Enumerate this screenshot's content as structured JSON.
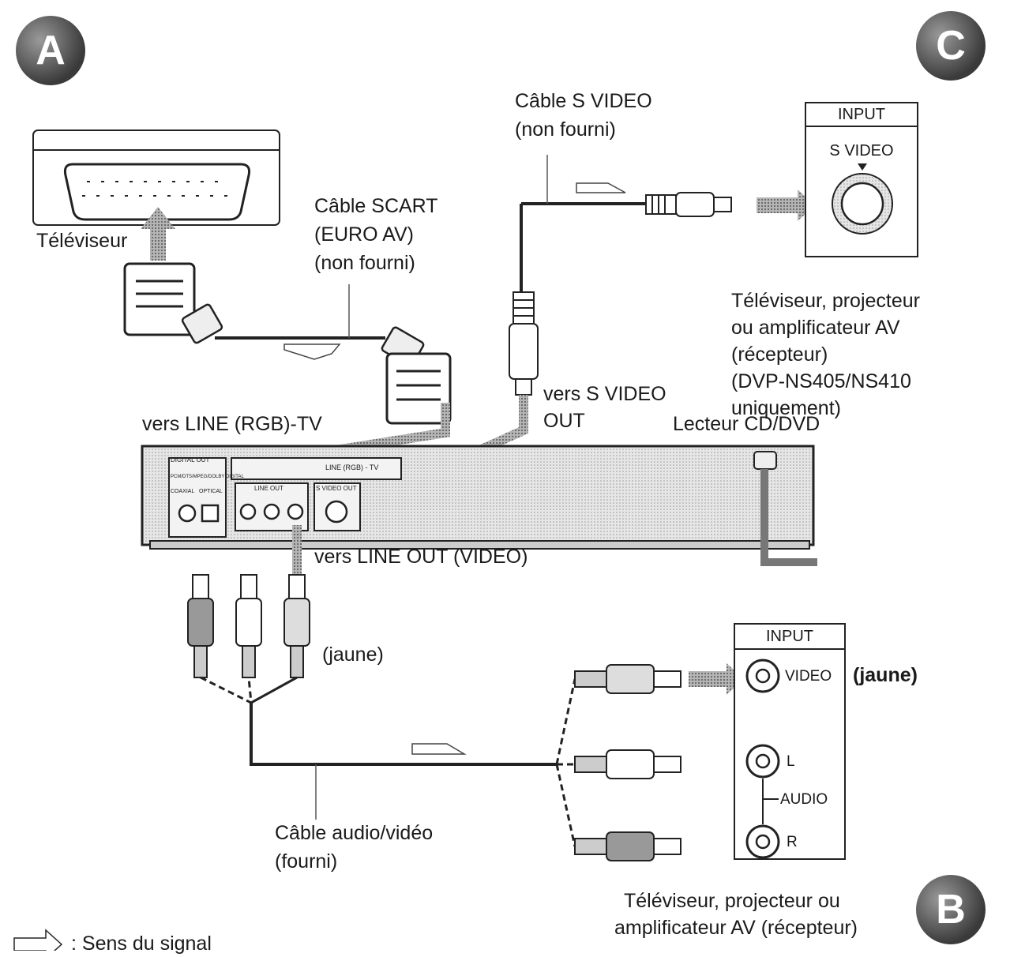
{
  "badges": {
    "a": "A",
    "b": "B",
    "c": "C"
  },
  "labels": {
    "tv_top": "Téléviseur",
    "scart_cable": [
      "Câble SCART",
      "(EURO AV)",
      "(non fourni)"
    ],
    "svideo_cable": [
      "Câble S VIDEO",
      "(non fourni)"
    ],
    "to_line_rgb": "vers LINE (RGB)-TV",
    "to_svideo_out": [
      "vers S VIDEO",
      "OUT"
    ],
    "player": "Lecteur CD/DVD",
    "to_line_out_video": "vers LINE OUT (VIDEO)",
    "jaune_plug": "(jaune)",
    "av_cable": [
      "Câble audio/vidéo",
      "(fourni)"
    ],
    "device_c": [
      "Téléviseur, projecteur",
      "ou amplificateur AV",
      "(récepteur)",
      "(DVP-NS405/NS410",
      "uniquement)"
    ],
    "device_b": [
      "Téléviseur, projecteur ou",
      "amplificateur AV (récepteur)"
    ],
    "signal_legend": ": Sens du signal"
  },
  "panel_c": {
    "title": "INPUT",
    "jack": "S VIDEO"
  },
  "panel_b": {
    "title": "INPUT",
    "video": "VIDEO",
    "video_color": "(jaune)",
    "l": "L",
    "audio": "AUDIO",
    "r": "R"
  },
  "player_panel": {
    "digital_out": "DIGITAL OUT",
    "pcm": "PCM/DTS/MPEG/DOLBY DIGITAL",
    "coaxial": "COAXIAL",
    "optical": "OPTICAL",
    "line_rgb": "LINE (RGB) - TV",
    "line_out": "LINE OUT",
    "svideo_out": "S VIDEO OUT"
  }
}
